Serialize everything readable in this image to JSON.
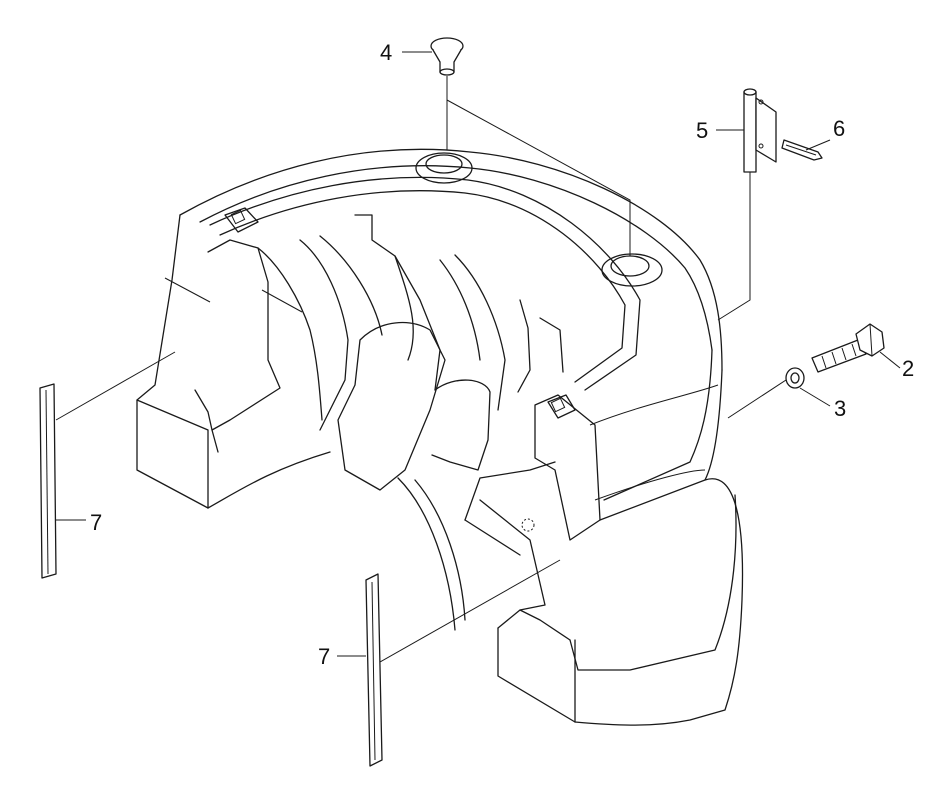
{
  "callouts": {
    "c2": "2",
    "c3": "3",
    "c4": "4",
    "c5": "5",
    "c6": "6",
    "c7a": "7",
    "c7b": "7"
  },
  "colors": {
    "line": "#1a1a1a",
    "background": "#ffffff"
  }
}
